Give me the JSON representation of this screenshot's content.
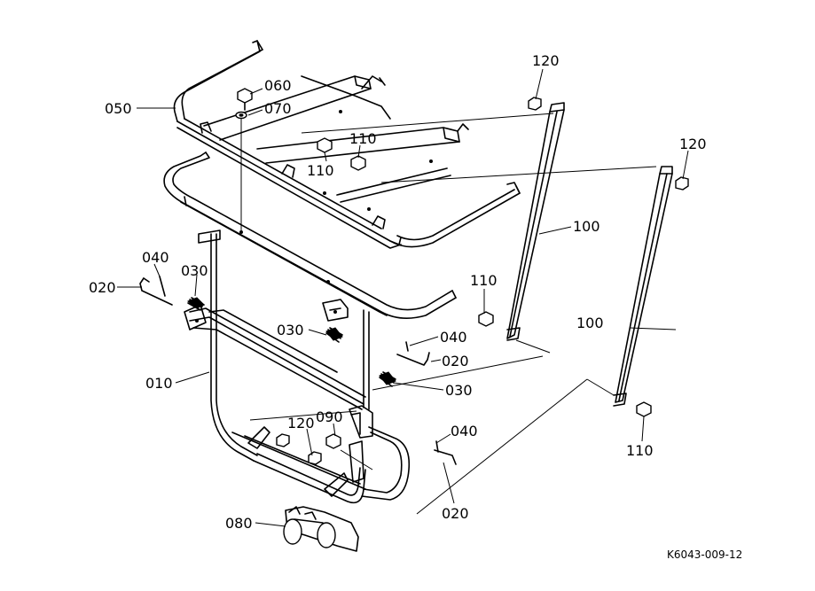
{
  "drawing_code": "K6043-009-12",
  "callouts": {
    "c010": "010",
    "c020_left": "020",
    "c020_mid": "020",
    "c020_low": "020",
    "c030_left": "030",
    "c030_mid": "030",
    "c030_right": "030",
    "c040_left": "040",
    "c040_mid": "040",
    "c040_low": "040",
    "c050": "050",
    "c060": "060",
    "c070": "070",
    "c080": "080",
    "c090": "090",
    "c100_left": "100",
    "c100_right": "100",
    "c110_top_a": "110",
    "c110_top_b": "110",
    "c110_mid": "110",
    "c110_bottom": "110",
    "c120_top": "120",
    "c120_right": "120",
    "c120_low": "120"
  }
}
